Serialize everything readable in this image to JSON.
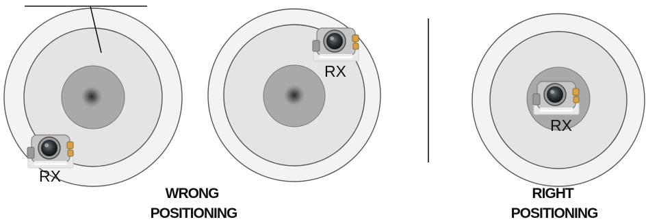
{
  "receiver_label": "RX",
  "captions": {
    "wrong": [
      "WRONG",
      "POSITIONING"
    ],
    "right": [
      "RIGHT",
      "POSITIONING"
    ]
  },
  "colors": {
    "outer_ring": "#f3f3f3",
    "middle_ring": "#e4e4e4",
    "center_zone": "#a9a9a9",
    "outline": "#555555",
    "ink": "#111111"
  },
  "icons": {
    "receiver": "receiver-device-icon",
    "target_center": "target-center-speckle-icon"
  }
}
